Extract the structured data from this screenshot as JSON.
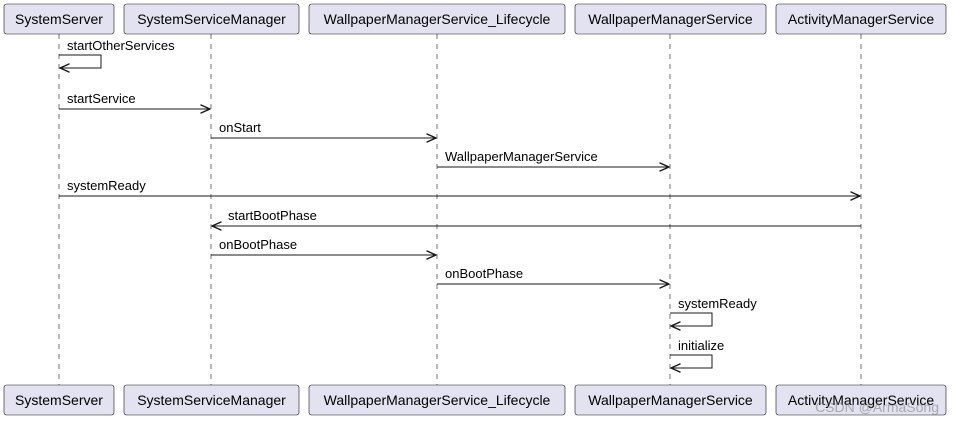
{
  "participants": [
    "SystemServer",
    "SystemServiceManager",
    "WallpaperManagerService_Lifecycle",
    "WallpaperManagerService",
    "ActivityManagerService"
  ],
  "messages": [
    {
      "from": 0,
      "to": 0,
      "label": "startOtherServices"
    },
    {
      "from": 0,
      "to": 1,
      "label": "startService"
    },
    {
      "from": 1,
      "to": 2,
      "label": "onStart"
    },
    {
      "from": 2,
      "to": 3,
      "label": "WallpaperManagerService"
    },
    {
      "from": 0,
      "to": 4,
      "label": "systemReady"
    },
    {
      "from": 4,
      "to": 1,
      "label": "startBootPhase"
    },
    {
      "from": 1,
      "to": 2,
      "label": "onBootPhase"
    },
    {
      "from": 2,
      "to": 3,
      "label": "onBootPhase"
    },
    {
      "from": 3,
      "to": 3,
      "label": "systemReady"
    },
    {
      "from": 3,
      "to": 3,
      "label": "initialize"
    }
  ],
  "watermark": "CSDN @ArmaSong",
  "colors": {
    "participant_fill": "#e2e2f0",
    "line": "#181818",
    "text": "#000000"
  }
}
